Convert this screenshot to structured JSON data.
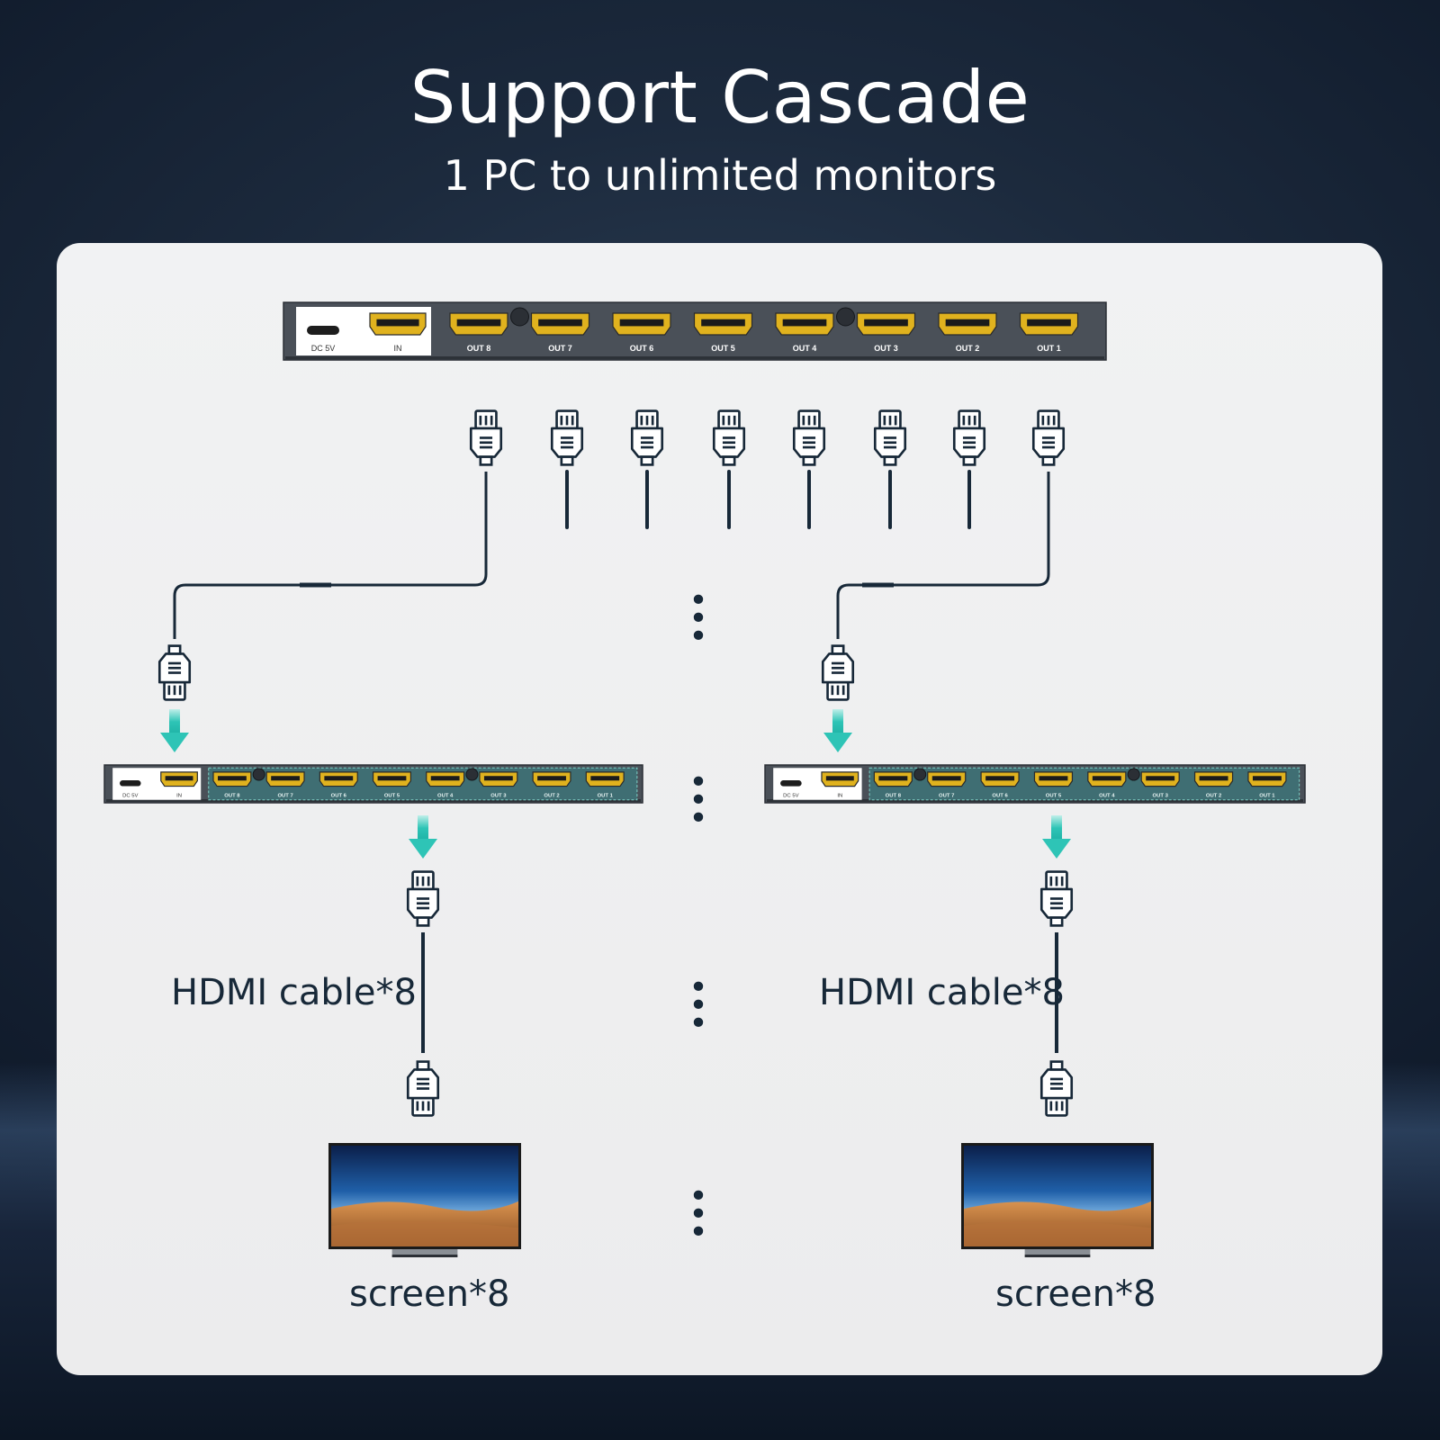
{
  "header": {
    "title": "Support Cascade",
    "subtitle": "1 PC to unlimited monitors"
  },
  "splitter": {
    "power_label": "DC 5V",
    "input_label": "IN",
    "outputs": [
      "OUT 8",
      "OUT 7",
      "OUT 6",
      "OUT 5",
      "OUT 4",
      "OUT 3",
      "OUT 2",
      "OUT 1"
    ]
  },
  "branches": [
    {
      "cable_label": "HDMI cable*8",
      "screen_label": "screen*8"
    },
    {
      "cable_label": "HDMI cable*8",
      "screen_label": "screen*8"
    }
  ],
  "ellipsis": "• • •",
  "colors": {
    "accent_arrow": "#2ec4b6",
    "port_gold": "#e0b21e",
    "device_body": "#4a5058",
    "teal_panel": "#3f6e73",
    "ink": "#172838"
  },
  "icons": [
    "hdmi-connector-icon",
    "arrow-down-icon",
    "monitor-icon"
  ]
}
